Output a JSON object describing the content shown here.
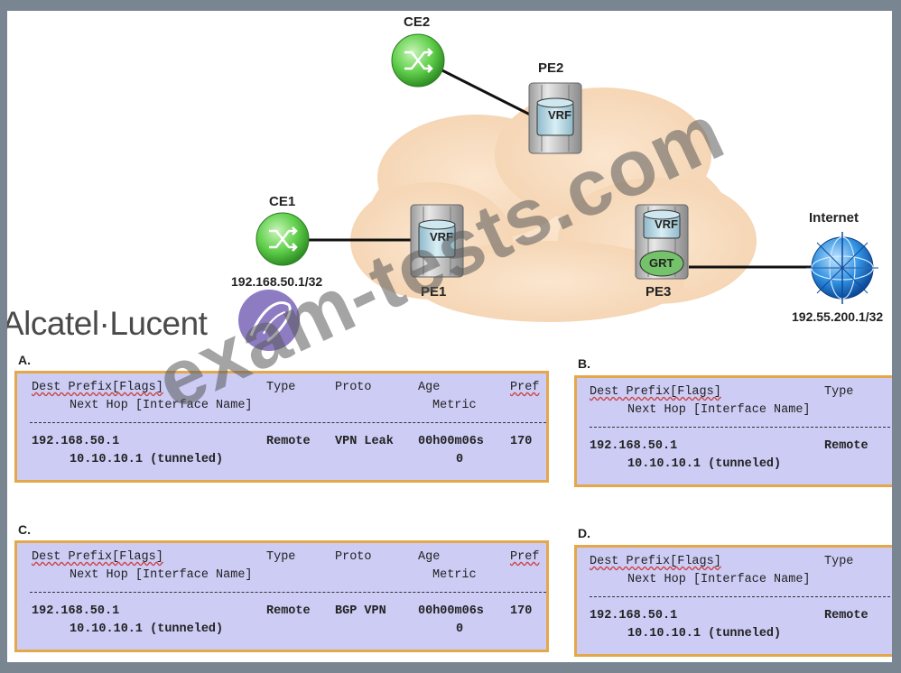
{
  "diagram": {
    "nodes": {
      "ce2": "CE2",
      "pe2": "PE2",
      "ce1": "CE1",
      "pe1": "PE1",
      "pe3": "PE3",
      "internet": "Internet"
    },
    "vrf_label": "VRF",
    "grt_label": "GRT",
    "ce1_ip": "192.168.50.1/32",
    "internet_ip": "192.55.200.1/32",
    "brand": "Alcatel·Lucent",
    "watermark": "exam-tests.com"
  },
  "options": {
    "a": {
      "label": "A.",
      "h1": [
        "Dest Prefix[Flags]",
        "Type",
        "Proto",
        "Age",
        "Pref"
      ],
      "h2": [
        "Next Hop [Interface Name]",
        "Metric"
      ],
      "r1": [
        "192.168.50.1",
        "Remote",
        "VPN Leak",
        "00h00m06s",
        "170"
      ],
      "r2": [
        "10.10.10.1 (tunneled)",
        "0"
      ]
    },
    "b": {
      "label": "B.",
      "h1": [
        "Dest Prefix[Flags]",
        "Type"
      ],
      "h2": [
        "Next Hop [Interface Name]"
      ],
      "r1": [
        "192.168.50.1",
        "Remote"
      ],
      "r2": [
        "10.10.10.1 (tunneled)"
      ]
    },
    "c": {
      "label": "C.",
      "h1": [
        "Dest Prefix[Flags]",
        "Type",
        "Proto",
        "Age",
        "Pref"
      ],
      "h2": [
        "Next Hop [Interface Name]",
        "Metric"
      ],
      "r1": [
        "192.168.50.1",
        "Remote",
        "BGP VPN",
        "00h00m06s",
        "170"
      ],
      "r2": [
        "10.10.10.1 (tunneled)",
        "0"
      ]
    },
    "d": {
      "label": "D.",
      "h1": [
        "Dest Prefix[Flags]",
        "Type"
      ],
      "h2": [
        "Next Hop [Interface Name]"
      ],
      "r1": [
        "192.168.50.1",
        "Remote"
      ],
      "r2": [
        "10.10.10.1 (tunneled)"
      ]
    }
  }
}
